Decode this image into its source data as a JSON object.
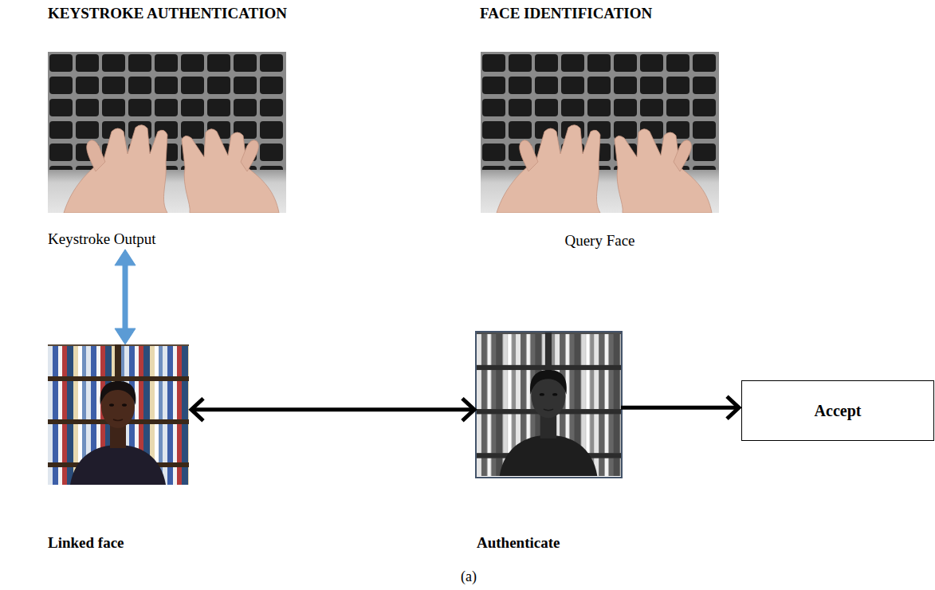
{
  "diagram": {
    "caption": "(a)",
    "nodes": [
      {
        "text": [
          "Keystroke Output"
        ]
      },
      {
        "text": [
          "Query Face"
        ]
      },
      {
        "text": [
          "Linked face"
        ]
      },
      {
        "text": [
          "Authenticate"
        ]
      },
      {
        "text": [
          "Accept"
        ]
      }
    ],
    "edges": [
      {
        "from": 0,
        "to": 2,
        "arrow": "both"
      },
      {
        "from": 2,
        "to": 3,
        "arrow": "both"
      },
      {
        "from": 3,
        "to": 4,
        "arrow": "to"
      }
    ],
    "labels": [
      "KEYSTROKE AUTHENTICATION",
      "FACE IDENTIFICATION"
    ]
  }
}
